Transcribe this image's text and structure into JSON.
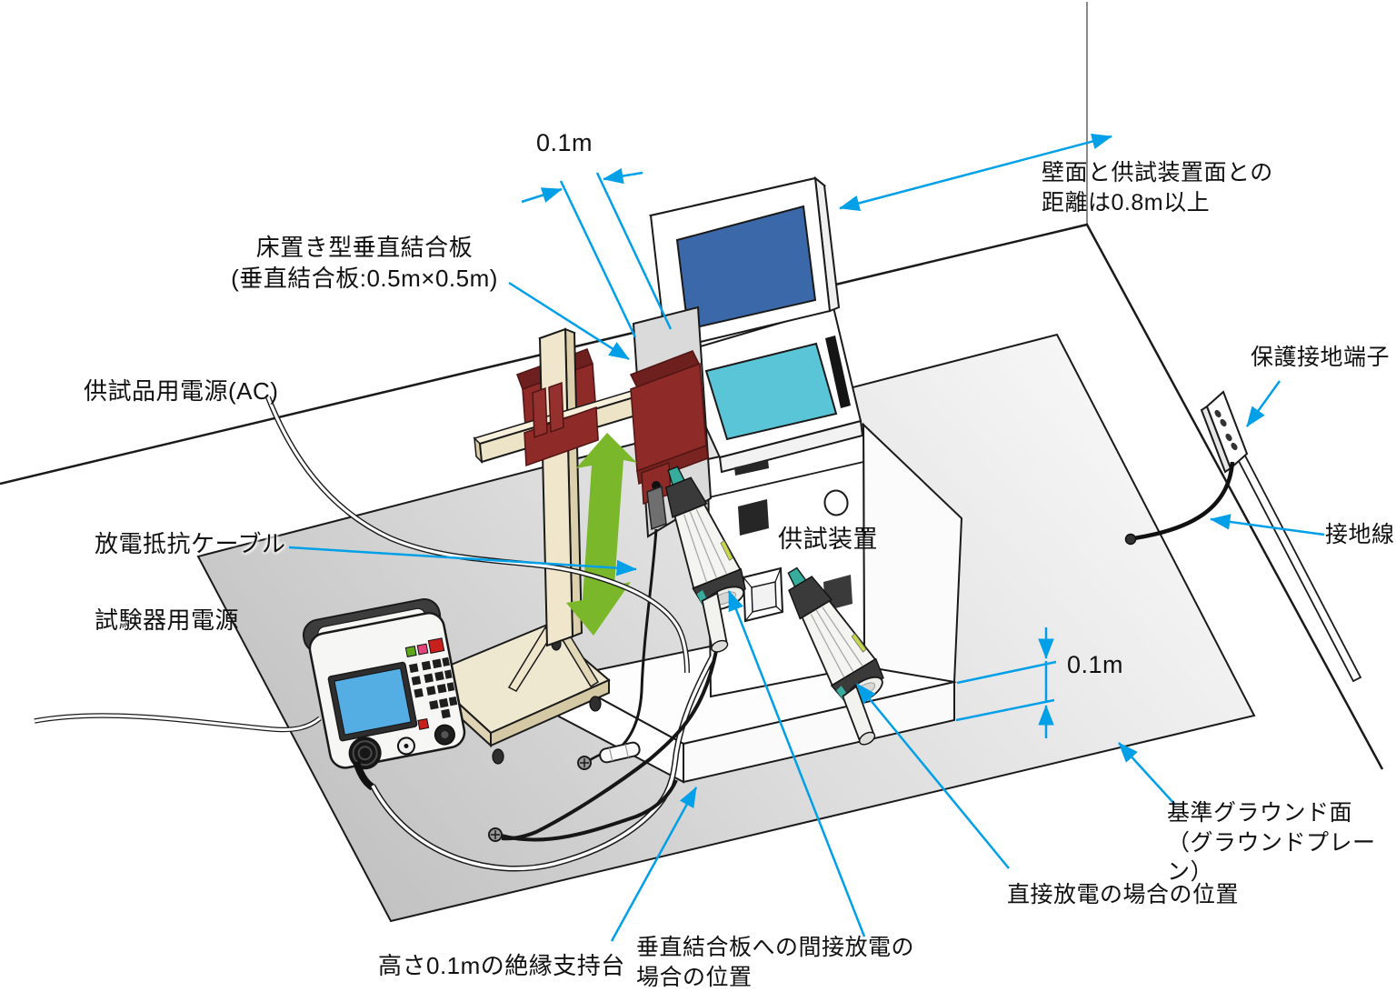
{
  "labels": {
    "dim_top": "0.1m",
    "wall_distance": "壁面と供試装置面との\n距離は0.8m以上",
    "vcp": "床置き型垂直結合板\n(垂直結合板:0.5m×0.5m)",
    "eut_power_ac": "供試品用電源(AC)",
    "discharge_cable": "放電抵抗ケーブル",
    "tester_power": "試験器用電源",
    "protective_earth": "保護接地端子",
    "ground_wire": "接地線",
    "dim_right": "0.1m",
    "eut": "供試装置",
    "ground_plane": "基準グラウンド面\n（グラウンドプレーン）",
    "direct_discharge": "直接放電の場合の位置",
    "insulating_support": "高さ0.1mの絶縁支持台",
    "indirect_discharge": "垂直結合板への間接放電の\n場合の位置"
  },
  "colors": {
    "leader_arrow": "#00A0E9",
    "vertical_motion_arrow": "#7BB72B",
    "coupling_clamp": "#8E2B29",
    "monitor_screen": "#3A68A8",
    "touch_screen": "#5BC5D8",
    "tester_screen": "#54AEE4",
    "wood": "#EDE4C8",
    "gun_tip": "#35AC9C"
  }
}
